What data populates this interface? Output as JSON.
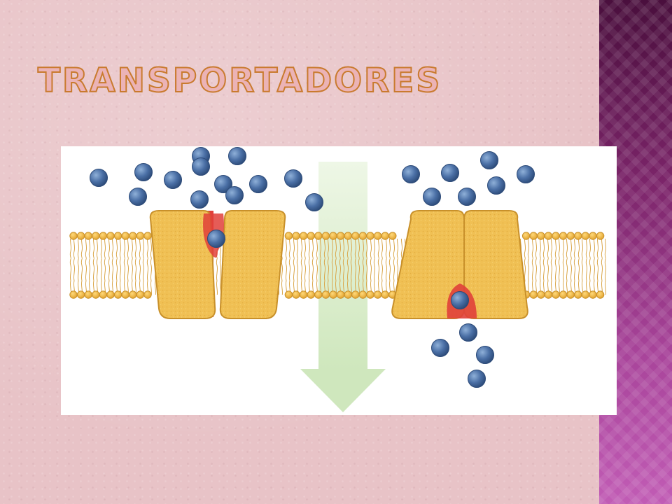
{
  "slide": {
    "title": "TRANSPORTADORES"
  },
  "colors": {
    "background": "#e8c3c7",
    "side_band": "#8a2f7c",
    "title_fill": "#ebb3b6",
    "title_outline": "#c97a2e",
    "protein": "#f0c054",
    "protein_outline": "#c8902a",
    "binding_site": "#e0403a",
    "solute": "#4a6fa5",
    "lipid_head": "#f2b73a",
    "gradient_arrow": "#d6ebc6"
  },
  "diagram": {
    "elements": [
      "lipid-bilayer",
      "carrier-protein-open-outside",
      "carrier-protein-open-inside",
      "solute-molecules",
      "concentration-gradient-arrow"
    ]
  }
}
